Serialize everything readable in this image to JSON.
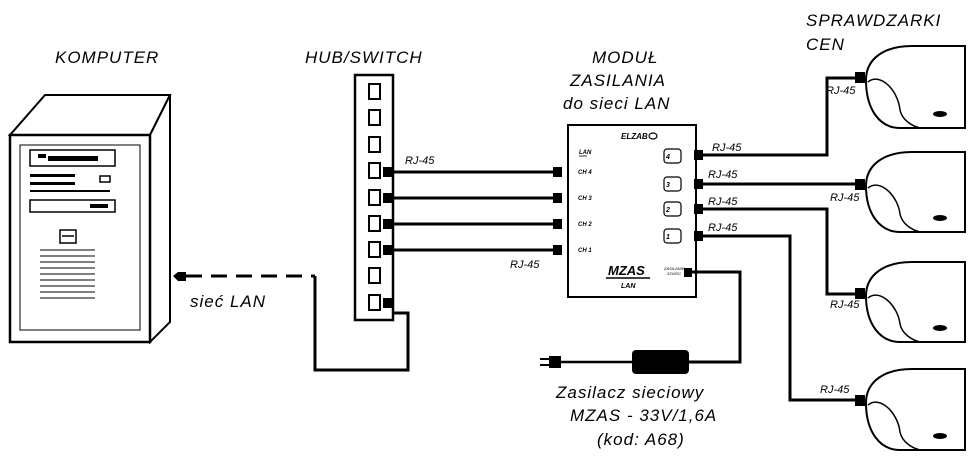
{
  "labels": {
    "computer": "KOMPUTER",
    "hub": "HUB/SWITCH",
    "module_line1": "MODUŁ",
    "module_line2": "ZASILANIA",
    "module_line3": "do sieci LAN",
    "checkers_line1": "SPRAWDZARKI",
    "checkers_line2": "CEN",
    "lan": "sieć LAN",
    "psu_line1": "Zasilacz sieciowy",
    "psu_line2": "MZAS - 33V/1,6A",
    "psu_line3": "(kod: A68)"
  },
  "connector": "RJ-45",
  "module": {
    "brand": "ELZAB",
    "name": "MZAS",
    "sub": "LAN",
    "lan_tag": "LAN",
    "power_tag_1": "ZASILANIE",
    "power_tag_2": "33V/DC",
    "channels": [
      "CH 4",
      "CH 3",
      "CH 2",
      "CH 1"
    ],
    "outputs": [
      "4",
      "3",
      "2",
      "1"
    ]
  }
}
